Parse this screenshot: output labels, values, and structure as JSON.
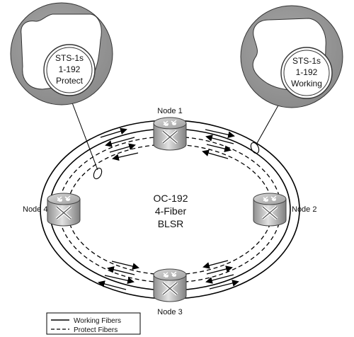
{
  "center": {
    "line1": "OC-192",
    "line2": "4-Fiber",
    "line3": "BLSR"
  },
  "nodes": {
    "n1": "Node 1",
    "n2": "Node 2",
    "n3": "Node 3",
    "n4": "Node 4"
  },
  "callouts": {
    "left": {
      "line1": "STS-1s",
      "line2": "1-192",
      "line3": "Protect"
    },
    "right": {
      "line1": "STS-1s",
      "line2": "1-192",
      "line3": "Working"
    }
  },
  "legend": {
    "working": "Working Fibers",
    "protect": "Protect Fibers"
  },
  "colors": {
    "line": "#000000",
    "callout_disc": "#9a9a9a",
    "router_body": "#bdbdbd"
  },
  "icons": {
    "router": "router-icon",
    "fiber_bundle": "fiber-bundle-marker"
  }
}
